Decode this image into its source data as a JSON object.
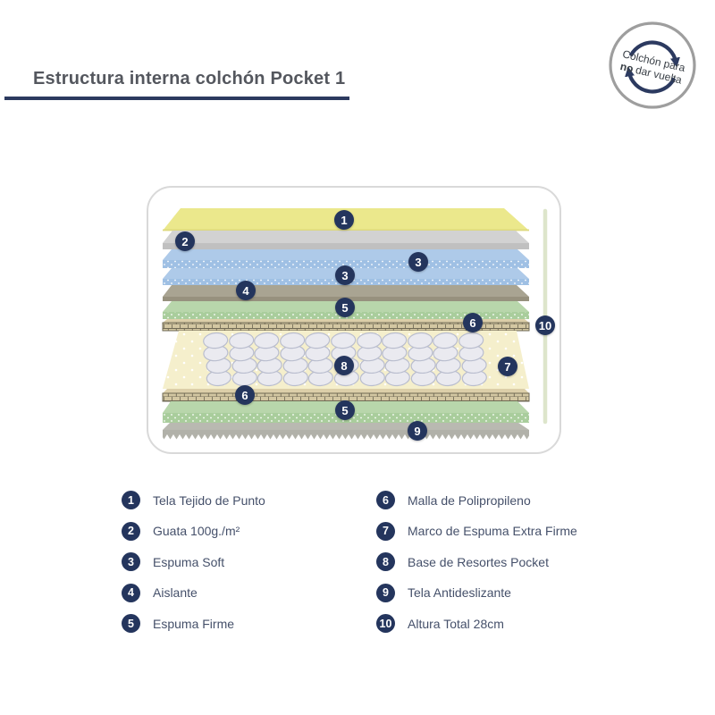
{
  "page": {
    "title": "Estructura interna colchón Pocket 1"
  },
  "badge": {
    "line1": "Colchón para",
    "line2_bold": "no",
    "line2_rest": "dar vuelta"
  },
  "diagram": {
    "markers": [
      {
        "n": "1"
      },
      {
        "n": "2"
      },
      {
        "n": "3"
      },
      {
        "n": "3"
      },
      {
        "n": "4"
      },
      {
        "n": "5"
      },
      {
        "n": "6"
      },
      {
        "n": "8"
      },
      {
        "n": "7"
      },
      {
        "n": "6"
      },
      {
        "n": "5"
      },
      {
        "n": "9"
      },
      {
        "n": "10"
      }
    ],
    "spring_count": 11
  },
  "legend": {
    "left": [
      {
        "n": "1",
        "label": "Tela Tejido de Punto"
      },
      {
        "n": "2",
        "label": "Guata 100g./m²"
      },
      {
        "n": "3",
        "label": "Espuma Soft"
      },
      {
        "n": "4",
        "label": "Aislante"
      },
      {
        "n": "5",
        "label": "Espuma Firme"
      }
    ],
    "right": [
      {
        "n": "6",
        "label": "Malla de Polipropileno"
      },
      {
        "n": "7",
        "label": "Marco de Espuma Extra Firme"
      },
      {
        "n": "8",
        "label": "Base de Resortes Pocket"
      },
      {
        "n": "9",
        "label": "Tela Antideslizante"
      },
      {
        "n": "10",
        "label": "Altura Total 28cm"
      }
    ]
  },
  "colors": {
    "navy": "#24355d",
    "title_text": "#54575e",
    "underline": "#2c3a5f",
    "container_border": "#d9d9d9",
    "badge_ring": "#9e9e9e",
    "layer_yellow": "#ebe88c",
    "layer_gray": "#d2d2d2",
    "layer_blue": "#aecae9",
    "layer_blue_dots": "#9fc0e4",
    "layer_taupe": "#a9a492",
    "layer_green": "#b8d6ab",
    "layer_green_dots": "#a9cd9c",
    "mesh_tan": "#d3c7a2",
    "mesh_line": "#6f6954",
    "foam_cream": "#f5efcc",
    "coil_fill": "#eaeaf0",
    "base_gray": "#b1b1a9",
    "height_line": "#dde5cb"
  }
}
